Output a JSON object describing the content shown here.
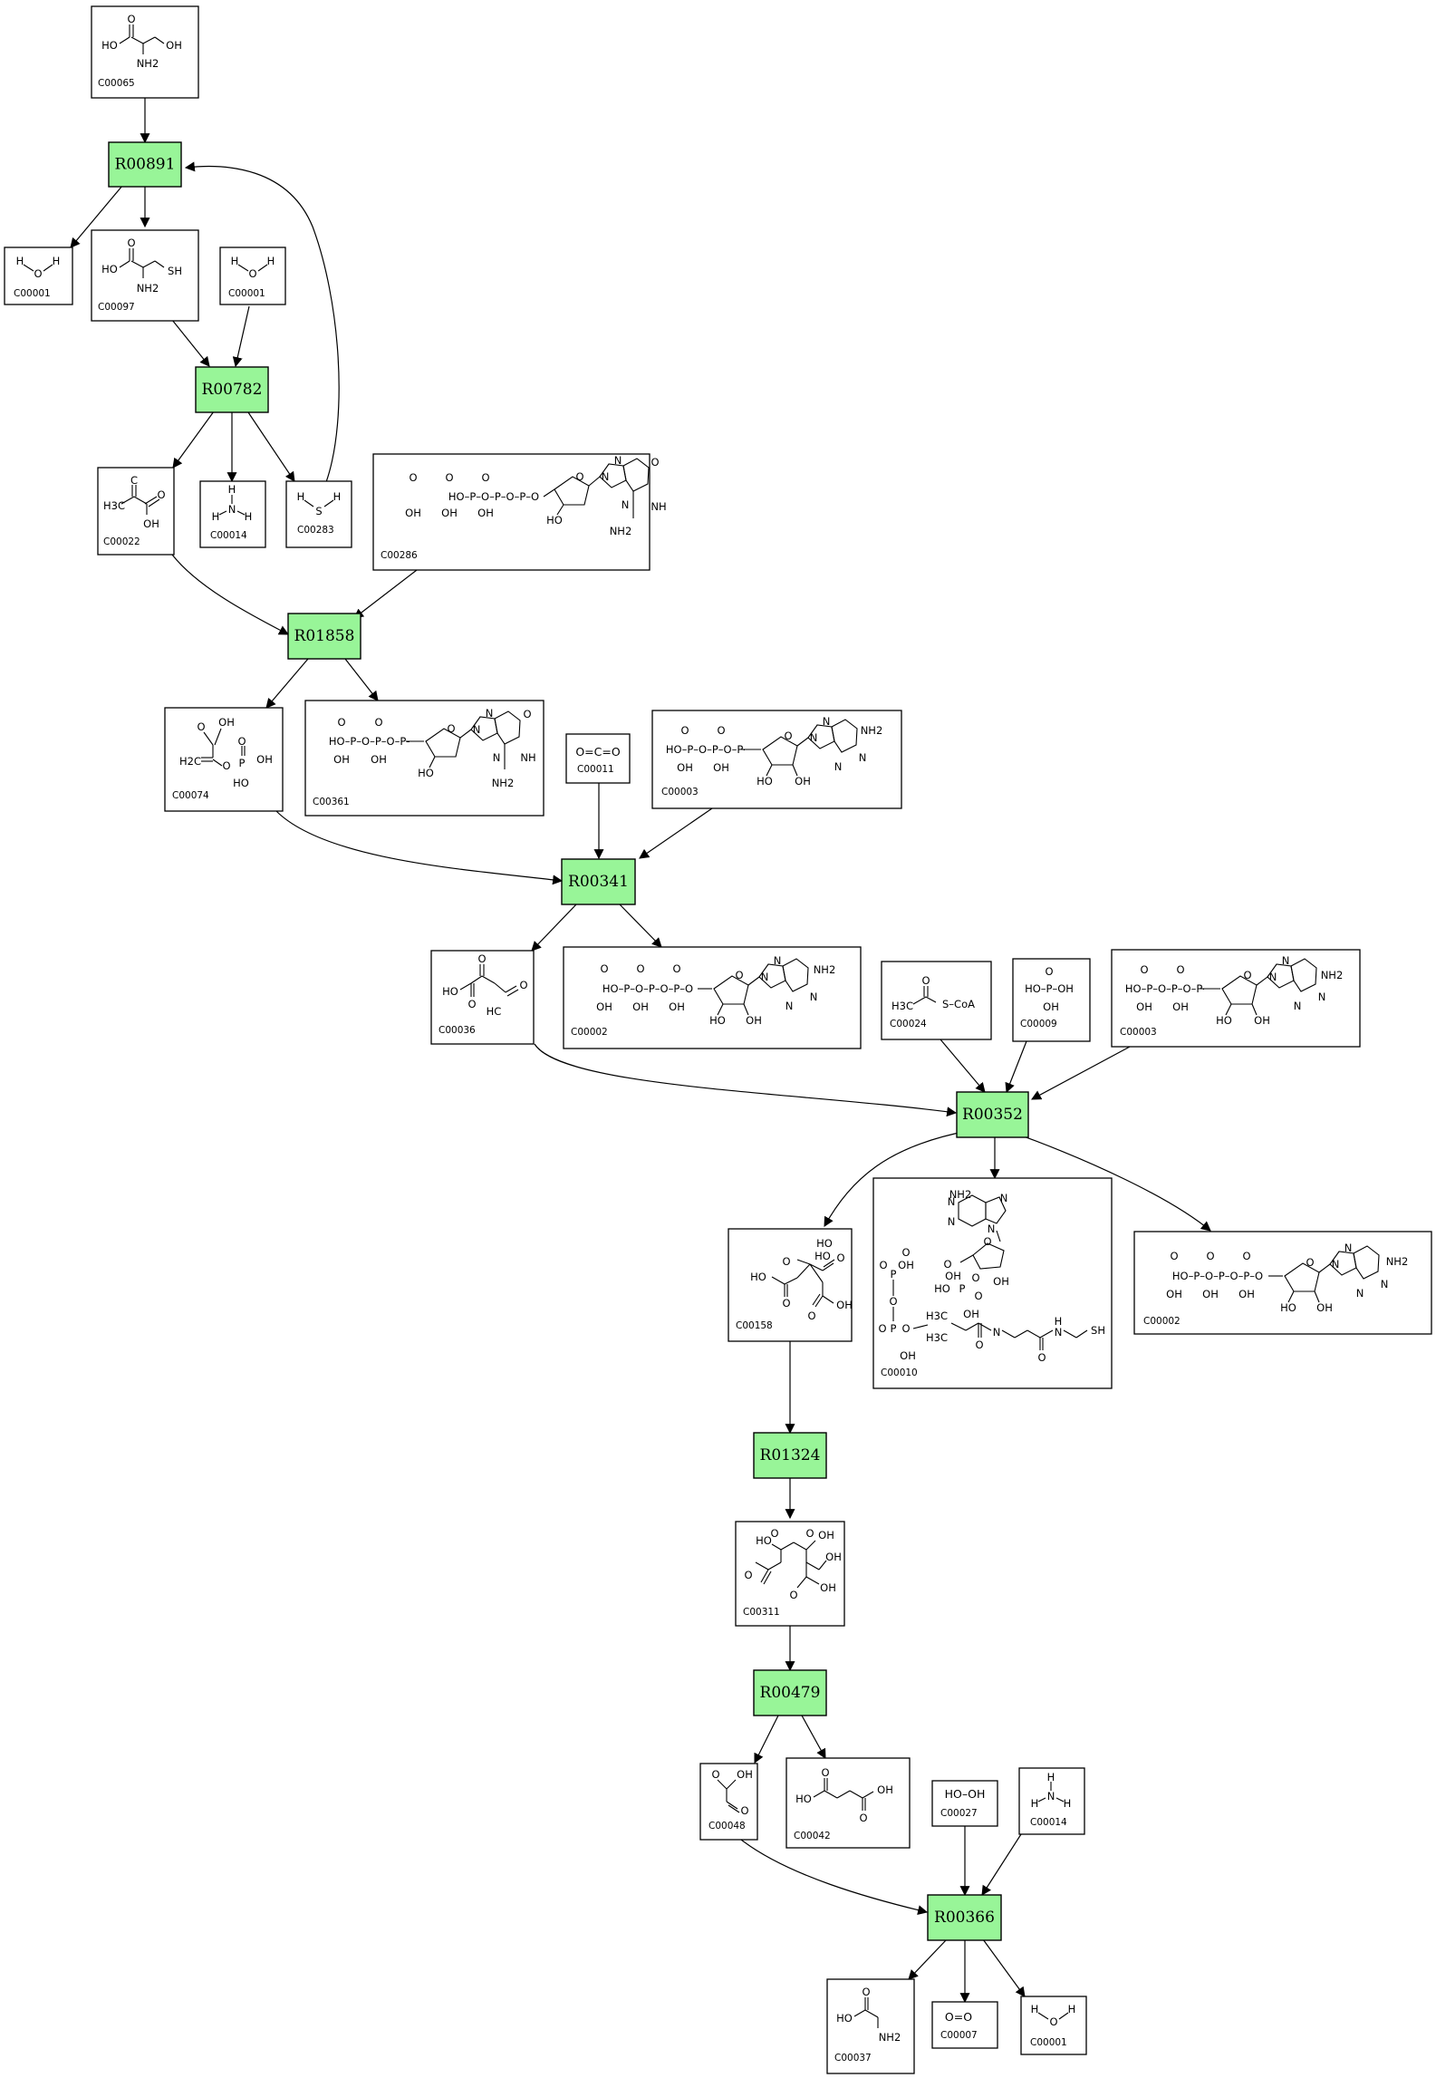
{
  "diagram": {
    "reactions": [
      {
        "id": "R00891"
      },
      {
        "id": "R00782"
      },
      {
        "id": "R01858"
      },
      {
        "id": "R00341"
      },
      {
        "id": "R00352"
      },
      {
        "id": "R01324"
      },
      {
        "id": "R00479"
      },
      {
        "id": "R00366"
      }
    ],
    "compounds": [
      {
        "id": "C00065"
      },
      {
        "id": "C00001"
      },
      {
        "id": "C00097"
      },
      {
        "id": "C00001"
      },
      {
        "id": "C00022"
      },
      {
        "id": "C00014"
      },
      {
        "id": "C00283"
      },
      {
        "id": "C00286"
      },
      {
        "id": "C00074"
      },
      {
        "id": "C00361"
      },
      {
        "id": "C00011"
      },
      {
        "id": "C00003"
      },
      {
        "id": "C00036"
      },
      {
        "id": "C00002"
      },
      {
        "id": "C00024"
      },
      {
        "id": "C00009"
      },
      {
        "id": "C00003"
      },
      {
        "id": "C00158"
      },
      {
        "id": "C00010"
      },
      {
        "id": "C00002"
      },
      {
        "id": "C00311"
      },
      {
        "id": "C00048"
      },
      {
        "id": "C00042"
      },
      {
        "id": "C00027"
      },
      {
        "id": "C00014"
      },
      {
        "id": "C00037"
      },
      {
        "id": "C00007"
      },
      {
        "id": "C00001"
      }
    ],
    "structure_labels": {
      "water": [
        "H",
        "O",
        "H"
      ],
      "ammonia": [
        "H",
        "N",
        "H",
        "H"
      ],
      "h2s": [
        "H",
        "S",
        "H"
      ],
      "co2": "O=C=O",
      "peroxide": "HO–OH",
      "oxygen": "O=O",
      "acetyl_coa": [
        "H3C",
        "S–CoA",
        "O"
      ],
      "phosphate": [
        "O",
        "HO–P–OH",
        "OH"
      ],
      "nucleotide_text": "HO–P–O–P–O–P–O",
      "ho": "HO",
      "oh": "OH",
      "nh2": "NH2",
      "sh": "SH",
      "o": "O",
      "n": "N",
      "p": "P",
      "h2c": "H2C",
      "hc": "HC",
      "h3c": "H3C",
      "nh": "NH",
      "h": "H",
      "c": "C"
    }
  }
}
